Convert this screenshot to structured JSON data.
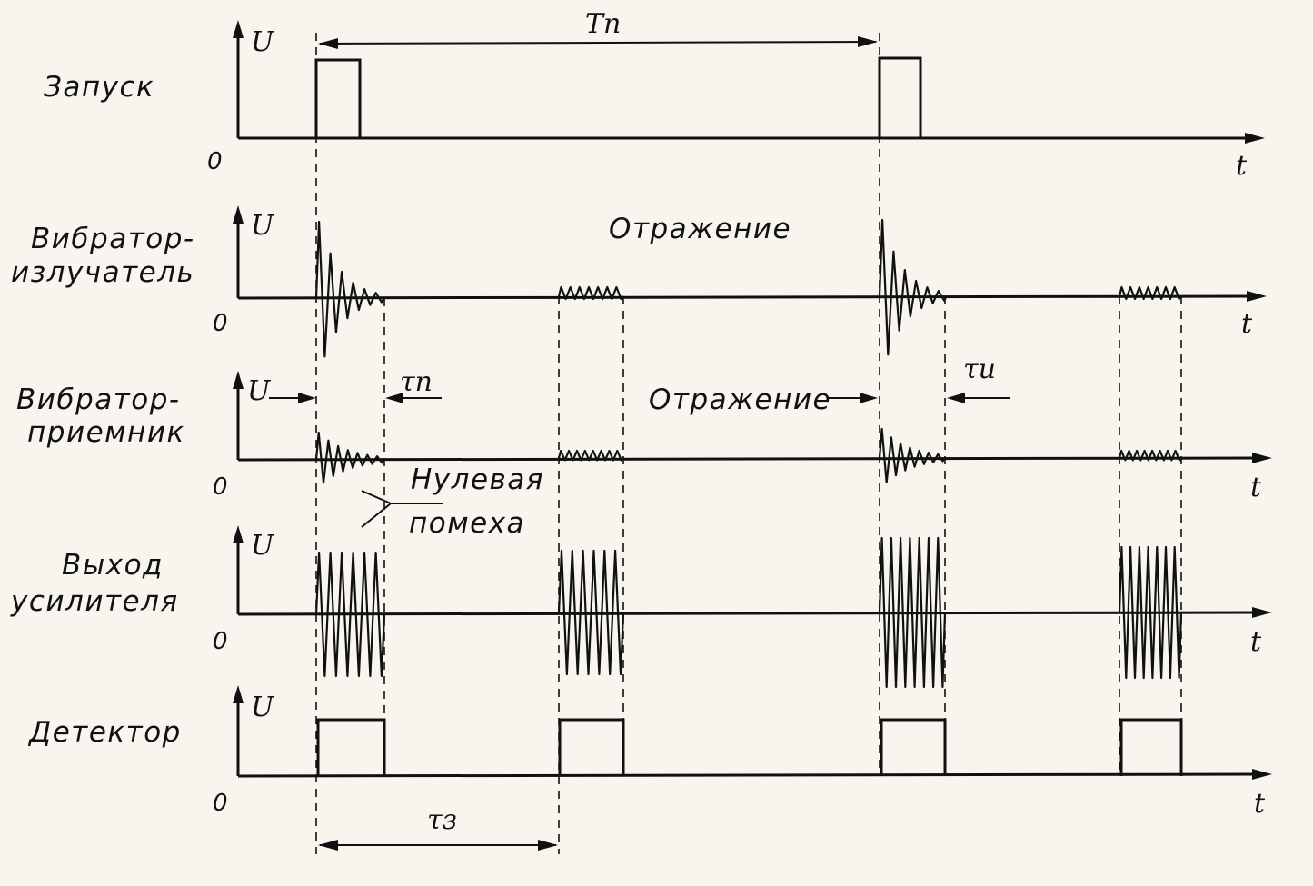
{
  "rows": [
    {
      "label_lines": [
        "Запуск"
      ],
      "u": "U",
      "zero": "0",
      "t": "t"
    },
    {
      "label_lines": [
        "Вибратор-",
        "излучатель"
      ],
      "u": "U",
      "zero": "0",
      "t": "t"
    },
    {
      "label_lines": [
        "Вибратор-",
        "приемник"
      ],
      "u": "U",
      "zero": "0",
      "t": "t"
    },
    {
      "label_lines": [
        "Выход",
        "усилителя"
      ],
      "u": "U",
      "zero": "0",
      "t": "t"
    },
    {
      "label_lines": [
        "Детектор"
      ],
      "u": "U",
      "zero": "0",
      "t": "t"
    }
  ],
  "annotations": {
    "period": "Tп",
    "reflection_top": "Отражение",
    "tau_p": "τп",
    "reflection_mid": "Отражение",
    "tau_i": "τи",
    "zero_noise_line1": "Нулевая",
    "zero_noise_line2": "помеха",
    "tau_z": "τз"
  }
}
